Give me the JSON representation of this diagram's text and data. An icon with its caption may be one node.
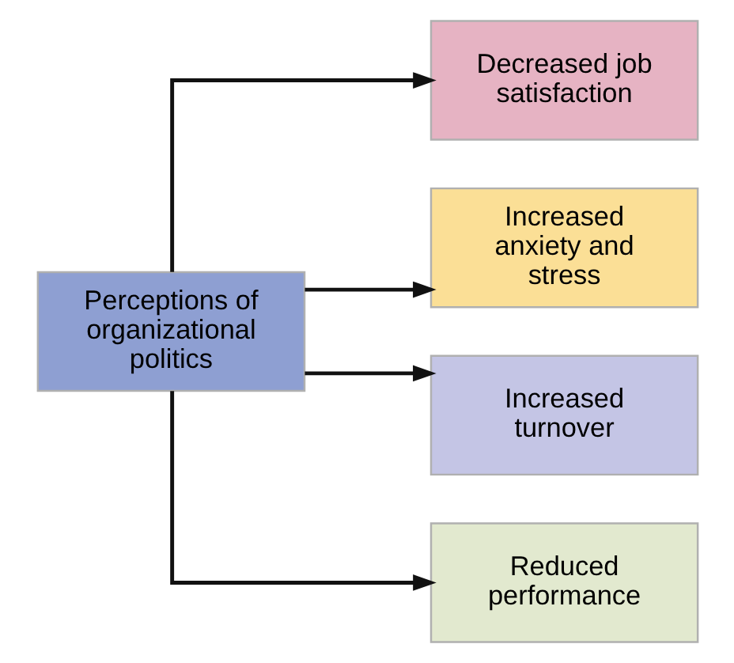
{
  "diagram": {
    "nodes": [
      {
        "text": [
          "Perceptions of organizational politics"
        ]
      },
      {
        "text": [
          "Decreased job satisfaction"
        ]
      },
      {
        "text": [
          "Increased anxiety and stress"
        ]
      },
      {
        "text": [
          "Increased turnover"
        ]
      },
      {
        "text": [
          "Reduced performance"
        ]
      }
    ],
    "edges": [
      {
        "from": 0,
        "to": 1,
        "arrow": "to"
      },
      {
        "from": 0,
        "to": 2,
        "arrow": "to"
      },
      {
        "from": 0,
        "to": 3,
        "arrow": "to"
      },
      {
        "from": 0,
        "to": 4,
        "arrow": "to"
      }
    ]
  }
}
